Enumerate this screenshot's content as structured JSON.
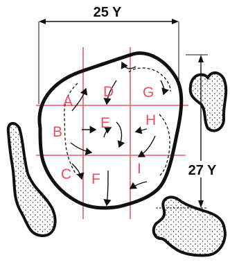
{
  "dimensions": {
    "width_label": "25 Y",
    "height_label": "27 Y"
  },
  "cells": [
    {
      "id": "A",
      "label": "A"
    },
    {
      "id": "B",
      "label": "B"
    },
    {
      "id": "C",
      "label": "C"
    },
    {
      "id": "D",
      "label": "D"
    },
    {
      "id": "E",
      "label": "E"
    },
    {
      "id": "F",
      "label": "F"
    },
    {
      "id": "G",
      "label": "G"
    },
    {
      "id": "H",
      "label": "H"
    },
    {
      "id": "I",
      "label": "I"
    }
  ],
  "colors": {
    "grid": "#e85a6a",
    "letters": "#ee4d5c",
    "outline": "#111111",
    "stipple": "#222222"
  }
}
